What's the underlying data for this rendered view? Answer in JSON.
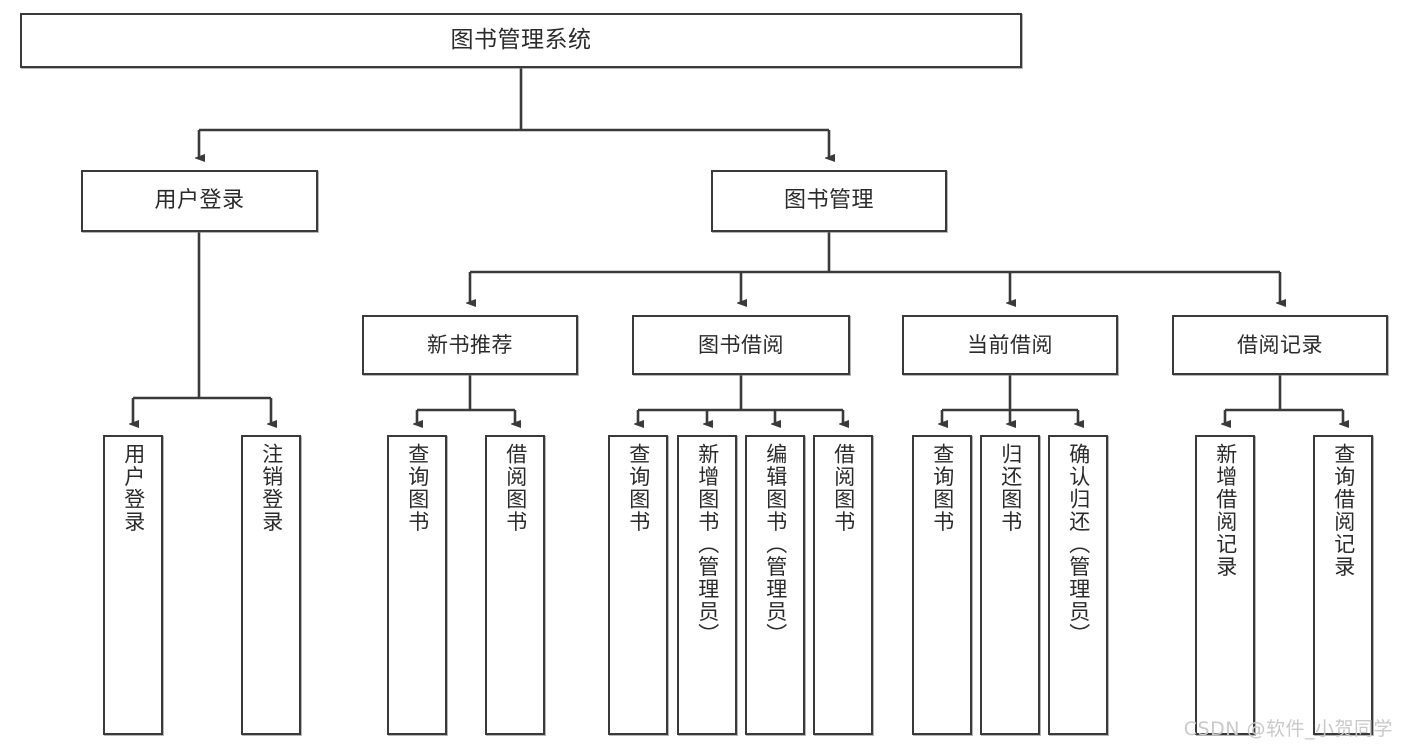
{
  "diagram": {
    "title_text": "图书管理系统",
    "type": "tree-hierarchy-chart",
    "stroke_color": "#3a3a3a",
    "fill_color": "#ffffff",
    "text_color": "#2b2b2b"
  },
  "watermark": {
    "text": "CSDN @软件_小贺同学",
    "color": "#c9c9c9"
  },
  "nodes": {
    "root": {
      "label": "图书管理系统"
    },
    "level2": [
      {
        "label": "用户登录"
      },
      {
        "label": "图书管理"
      }
    ],
    "level3": [
      {
        "label": "新书推荐"
      },
      {
        "label": "图书借阅"
      },
      {
        "label": "当前借阅"
      },
      {
        "label": "借阅记录"
      }
    ],
    "leaves_user_login": [
      {
        "label": "用户登录"
      },
      {
        "label": "注销登录"
      }
    ],
    "leaves_new_book": [
      {
        "label": "查询图书"
      },
      {
        "label": "借阅图书"
      }
    ],
    "leaves_borrow": [
      {
        "label": "查询图书"
      },
      {
        "label": "新增图书（管理员）"
      },
      {
        "label": "编辑图书（管理员）"
      },
      {
        "label": "借阅图书"
      }
    ],
    "leaves_current": [
      {
        "label": "查询图书"
      },
      {
        "label": "归还图书"
      },
      {
        "label": "确认归还（管理员）"
      }
    ],
    "leaves_records": [
      {
        "label": "新增借阅记录"
      },
      {
        "label": "查询借阅记录"
      }
    ]
  }
}
